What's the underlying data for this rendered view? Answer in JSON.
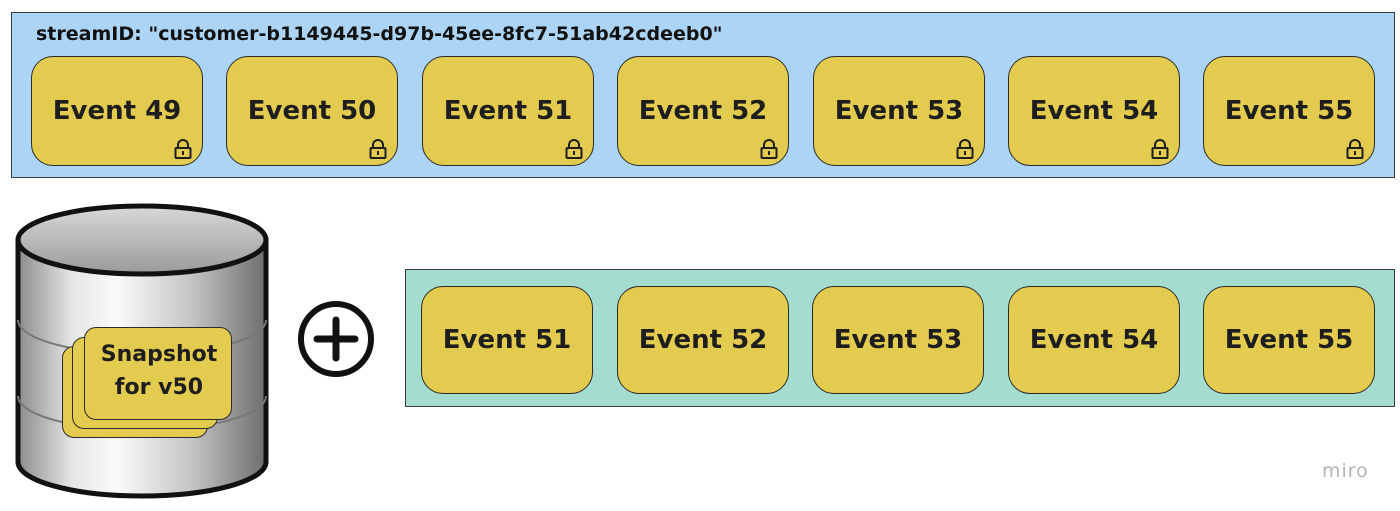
{
  "stream": {
    "label": "streamID: \"customer-b1149445-d97b-45ee-8fc7-51ab42cdeeb0\"",
    "events": [
      "Event 49",
      "Event 50",
      "Event 51",
      "Event 52",
      "Event 53",
      "Event 54",
      "Event 55"
    ]
  },
  "snapshot": {
    "line1": "Snapshot",
    "line2": "for v50"
  },
  "replay": {
    "events": [
      "Event 51",
      "Event 52",
      "Event 53",
      "Event 54",
      "Event 55"
    ]
  },
  "watermark": "miro",
  "colors": {
    "stream_bg": "#acd4f4",
    "replay_bg": "#a4dccf",
    "event_fill": "#e3cb4f"
  },
  "icons": {
    "stream_event": "lock-icon",
    "operator": "plus-icon",
    "store": "database-icon"
  }
}
